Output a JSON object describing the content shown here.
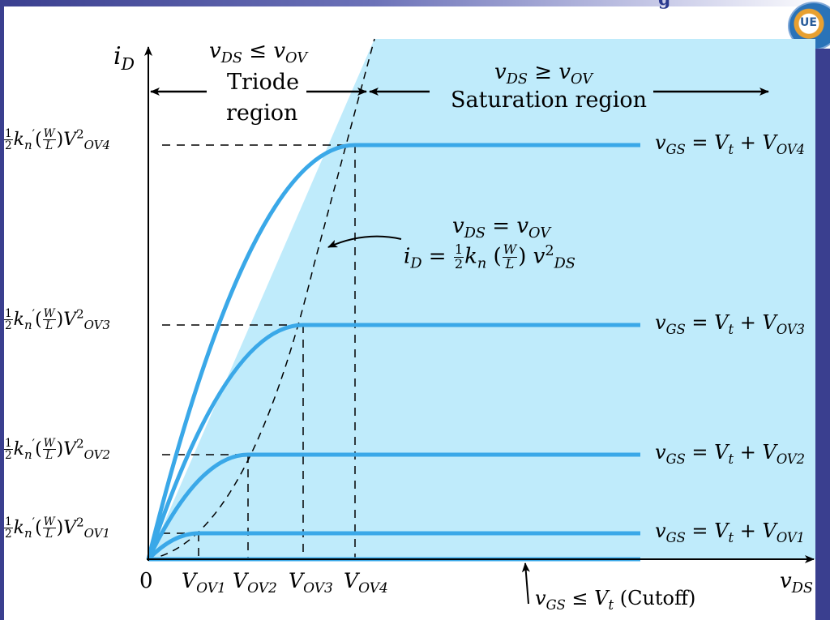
{
  "header": {
    "fragment": "g",
    "logo_text": "UE"
  },
  "axes": {
    "y_label": {
      "var": "i",
      "sub": "D"
    },
    "x_label": {
      "var": "v",
      "sub": "DS"
    },
    "origin": "0"
  },
  "x_ticks": [
    {
      "var": "V",
      "sub": "OV1"
    },
    {
      "var": "V",
      "sub": "OV2"
    },
    {
      "var": "V",
      "sub": "OV3"
    },
    {
      "var": "V",
      "sub": "OV4"
    }
  ],
  "y_ticks": [
    {
      "half": "1",
      "two": "2",
      "k": "k",
      "sub_n": "n",
      "prime": "′",
      "W": "W",
      "L": "L",
      "V": "V",
      "sq": "2",
      "ov": "OV4"
    },
    {
      "half": "1",
      "two": "2",
      "k": "k",
      "sub_n": "n",
      "prime": "′",
      "W": "W",
      "L": "L",
      "V": "V",
      "sq": "2",
      "ov": "OV3"
    },
    {
      "half": "1",
      "two": "2",
      "k": "k",
      "sub_n": "n",
      "prime": "′",
      "W": "W",
      "L": "L",
      "V": "V",
      "sq": "2",
      "ov": "OV2"
    },
    {
      "half": "1",
      "two": "2",
      "k": "k",
      "sub_n": "n",
      "prime": "′",
      "W": "W",
      "L": "L",
      "V": "V",
      "sq": "2",
      "ov": "OV1"
    }
  ],
  "regions": {
    "triode": {
      "cond_left": "v",
      "cond_left_sub": "DS",
      "op": "≤",
      "cond_right": "v",
      "cond_right_sub": "OV",
      "line1": "Triode",
      "line2": "region"
    },
    "saturation": {
      "cond_left": "v",
      "cond_left_sub": "DS",
      "op": "≥",
      "cond_right": "v",
      "cond_right_sub": "OV",
      "label": "Saturation region"
    }
  },
  "boundary": {
    "line1_left": "v",
    "line1_left_sub": "DS",
    "line1_eq": "=",
    "line1_right": "v",
    "line1_right_sub": "OV",
    "i": "i",
    "i_sub": "D",
    "eq": "=",
    "half": "1",
    "two": "2",
    "k": "k",
    "k_sub": "n",
    "W": "W",
    "L": "L",
    "v": "v",
    "v_sub": "DS",
    "sq": "2"
  },
  "curve_labels": [
    {
      "v": "v",
      "v_sub": "GS",
      "eq": "=",
      "Vt": "V",
      "t_sub": "t",
      "plus": "+",
      "Vov": "V",
      "ov_sub": "OV4"
    },
    {
      "v": "v",
      "v_sub": "GS",
      "eq": "=",
      "Vt": "V",
      "t_sub": "t",
      "plus": "+",
      "Vov": "V",
      "ov_sub": "OV3"
    },
    {
      "v": "v",
      "v_sub": "GS",
      "eq": "=",
      "Vt": "V",
      "t_sub": "t",
      "plus": "+",
      "Vov": "V",
      "ov_sub": "OV2"
    },
    {
      "v": "v",
      "v_sub": "GS",
      "eq": "=",
      "Vt": "V",
      "t_sub": "t",
      "plus": "+",
      "Vov": "V",
      "ov_sub": "OV1"
    }
  ],
  "cutoff": {
    "v": "v",
    "v_sub": "GS",
    "op": "≤",
    "Vt": "V",
    "t_sub": "t",
    "text": "(Cutoff)"
  },
  "colors": {
    "curve": "#3aa8e8",
    "saturation_fill": "#bfebfb",
    "axis": "#000000",
    "frame": "#3a3f8f"
  }
}
